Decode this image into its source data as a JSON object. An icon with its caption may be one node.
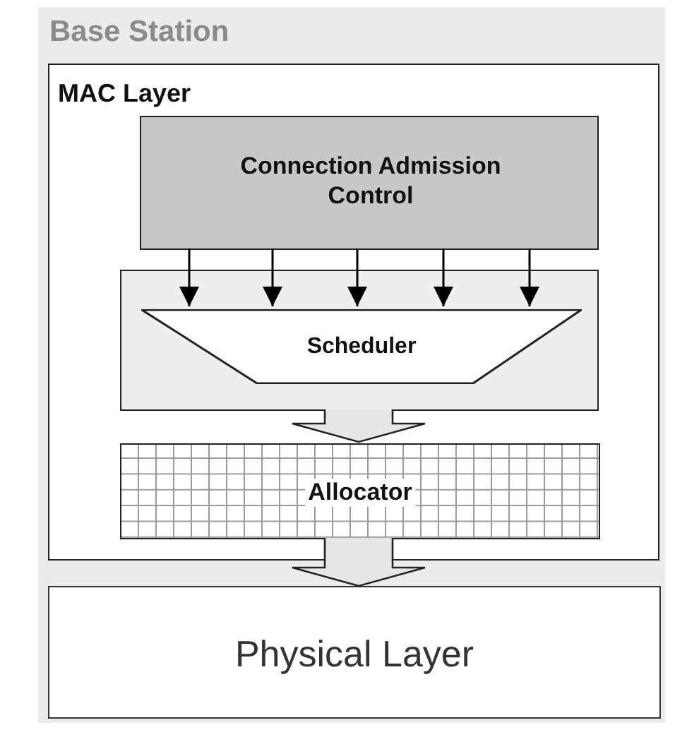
{
  "diagram": {
    "nodes": [
      {
        "text": [
          "Base Station"
        ]
      },
      {
        "text": [
          "MAC Layer"
        ],
        "in": 0
      },
      {
        "text": [
          "Connection Admission Control"
        ],
        "in": 1
      },
      {
        "text": [],
        "shape": "box",
        "in": 1
      },
      {
        "text": [
          "Scheduler"
        ],
        "in": 3
      },
      {
        "text": [
          "Allocator"
        ],
        "in": 1
      },
      {
        "text": [
          "Physical Layer"
        ],
        "in": 0
      }
    ],
    "edges": [
      {
        "from": 2,
        "to": 4,
        "arrow": "to"
      },
      {
        "from": 2,
        "to": 4,
        "arrow": "to"
      },
      {
        "from": 2,
        "to": 4,
        "arrow": "to"
      },
      {
        "from": 2,
        "to": 4,
        "arrow": "to"
      },
      {
        "from": 2,
        "to": 4,
        "arrow": "to"
      },
      {
        "from": 3,
        "to": 5,
        "arrow": "to",
        "style": "thick"
      },
      {
        "from": 5,
        "to": 6,
        "arrow": "to",
        "style": "thick"
      }
    ]
  }
}
